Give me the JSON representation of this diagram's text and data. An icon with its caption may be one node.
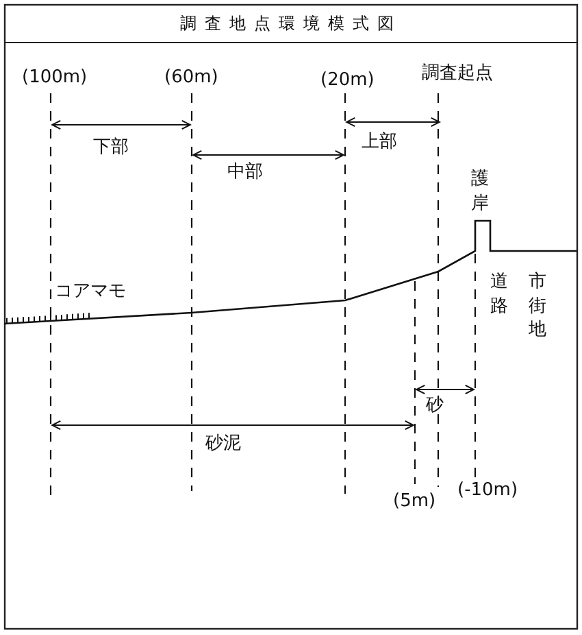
{
  "diagram": {
    "title": "調査地点環境模式図",
    "labels": [
      "(100m)",
      "(60m)",
      "(20m)",
      "調査起点",
      "下部",
      "上部",
      "中部",
      "護岸",
      "コアマモ",
      "道路",
      "市街地",
      "砂",
      "砂泥",
      "(5m)",
      "(-10m)"
    ]
  }
}
